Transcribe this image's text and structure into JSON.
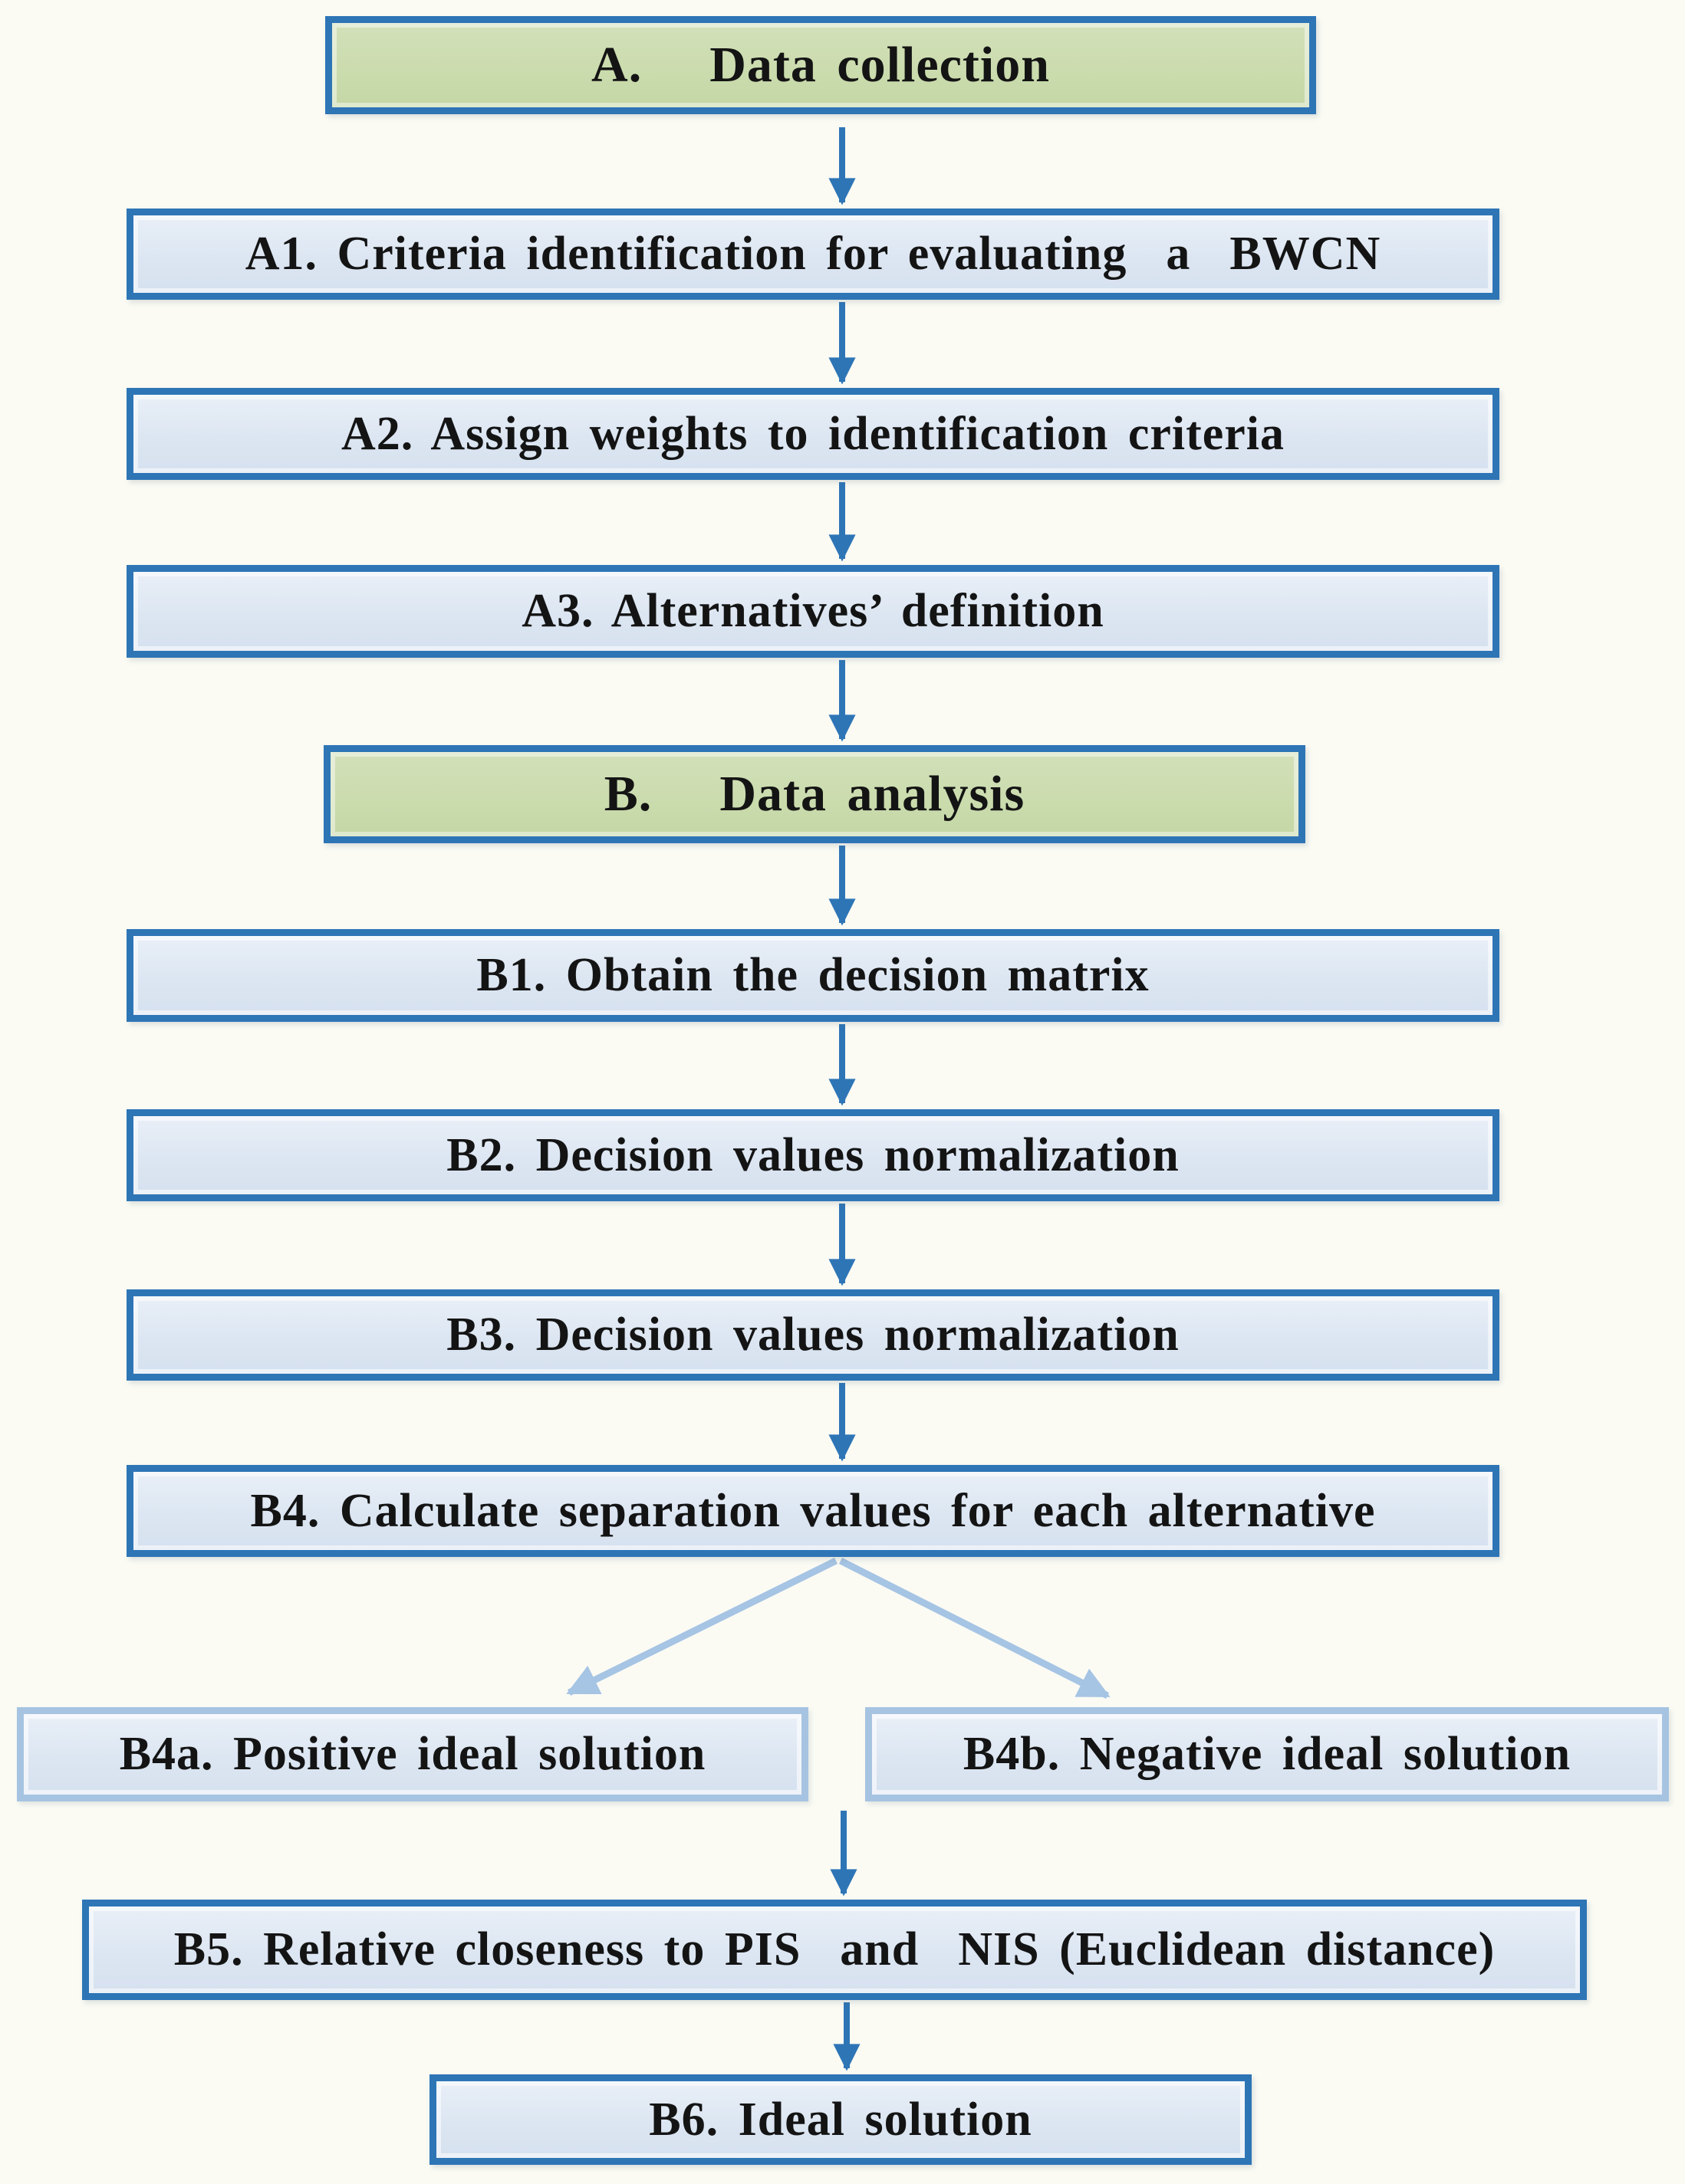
{
  "flowchart": {
    "stages": {
      "a": {
        "prefix": "A.",
        "title": "Data collection"
      },
      "b": {
        "prefix": "B.",
        "title": "Data analysis"
      }
    },
    "steps": {
      "a1": {
        "label": "A1. Criteria identification for evaluating  a  BWCN"
      },
      "a2": {
        "label": "A2. Assign weights to identification criteria"
      },
      "a3": {
        "label": "A3. Alternatives’ definition"
      },
      "b1": {
        "label": "B1. Obtain the decision matrix"
      },
      "b2": {
        "label": "B2. Decision values normalization"
      },
      "b3": {
        "label": "B3. Decision values normalization"
      },
      "b4": {
        "label": "B4. Calculate separation values for each alternative"
      },
      "b4a": {
        "label": "B4a. Positive ideal solution"
      },
      "b4b": {
        "label": "B4b. Negative ideal solution"
      },
      "b5": {
        "label": "B5. Relative closeness to PIS  and  NIS (Euclidean distance)"
      },
      "b6": {
        "label": "B6. Ideal solution"
      }
    },
    "edges": [
      {
        "from": "A",
        "to": "A1",
        "style": "dark"
      },
      {
        "from": "A1",
        "to": "A2",
        "style": "dark"
      },
      {
        "from": "A2",
        "to": "A3",
        "style": "dark"
      },
      {
        "from": "A3",
        "to": "B",
        "style": "dark"
      },
      {
        "from": "B",
        "to": "B1",
        "style": "dark"
      },
      {
        "from": "B1",
        "to": "B2",
        "style": "dark"
      },
      {
        "from": "B2",
        "to": "B3",
        "style": "dark"
      },
      {
        "from": "B3",
        "to": "B4",
        "style": "dark"
      },
      {
        "from": "B4",
        "to": "B4a",
        "style": "light-diagonal"
      },
      {
        "from": "B4",
        "to": "B4b",
        "style": "light-diagonal"
      },
      {
        "from": "B4a/B4b",
        "to": "B5",
        "style": "dark"
      },
      {
        "from": "B5",
        "to": "B6",
        "style": "dark"
      }
    ],
    "colors": {
      "background": "#fbfbf4",
      "header_fill": "#cbdcae",
      "step_fill": "#dce6f2",
      "border_dark": "#2e75b6",
      "border_light": "#a6c4e1",
      "arrow_dark": "#2e75b6",
      "arrow_light": "#a6c4e3",
      "text": "#141414"
    }
  }
}
